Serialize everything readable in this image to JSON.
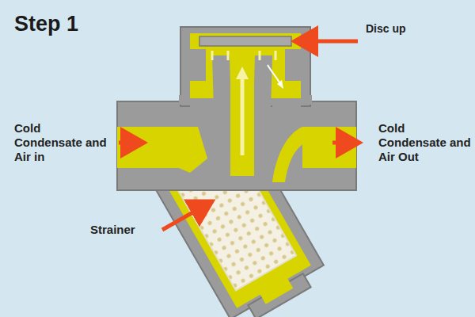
{
  "diagram": {
    "title": "Step 1",
    "labels": [
      "Disc up",
      "Cold Condensate and Air in",
      "Cold Condensate and Air Out",
      "Strainer"
    ]
  }
}
